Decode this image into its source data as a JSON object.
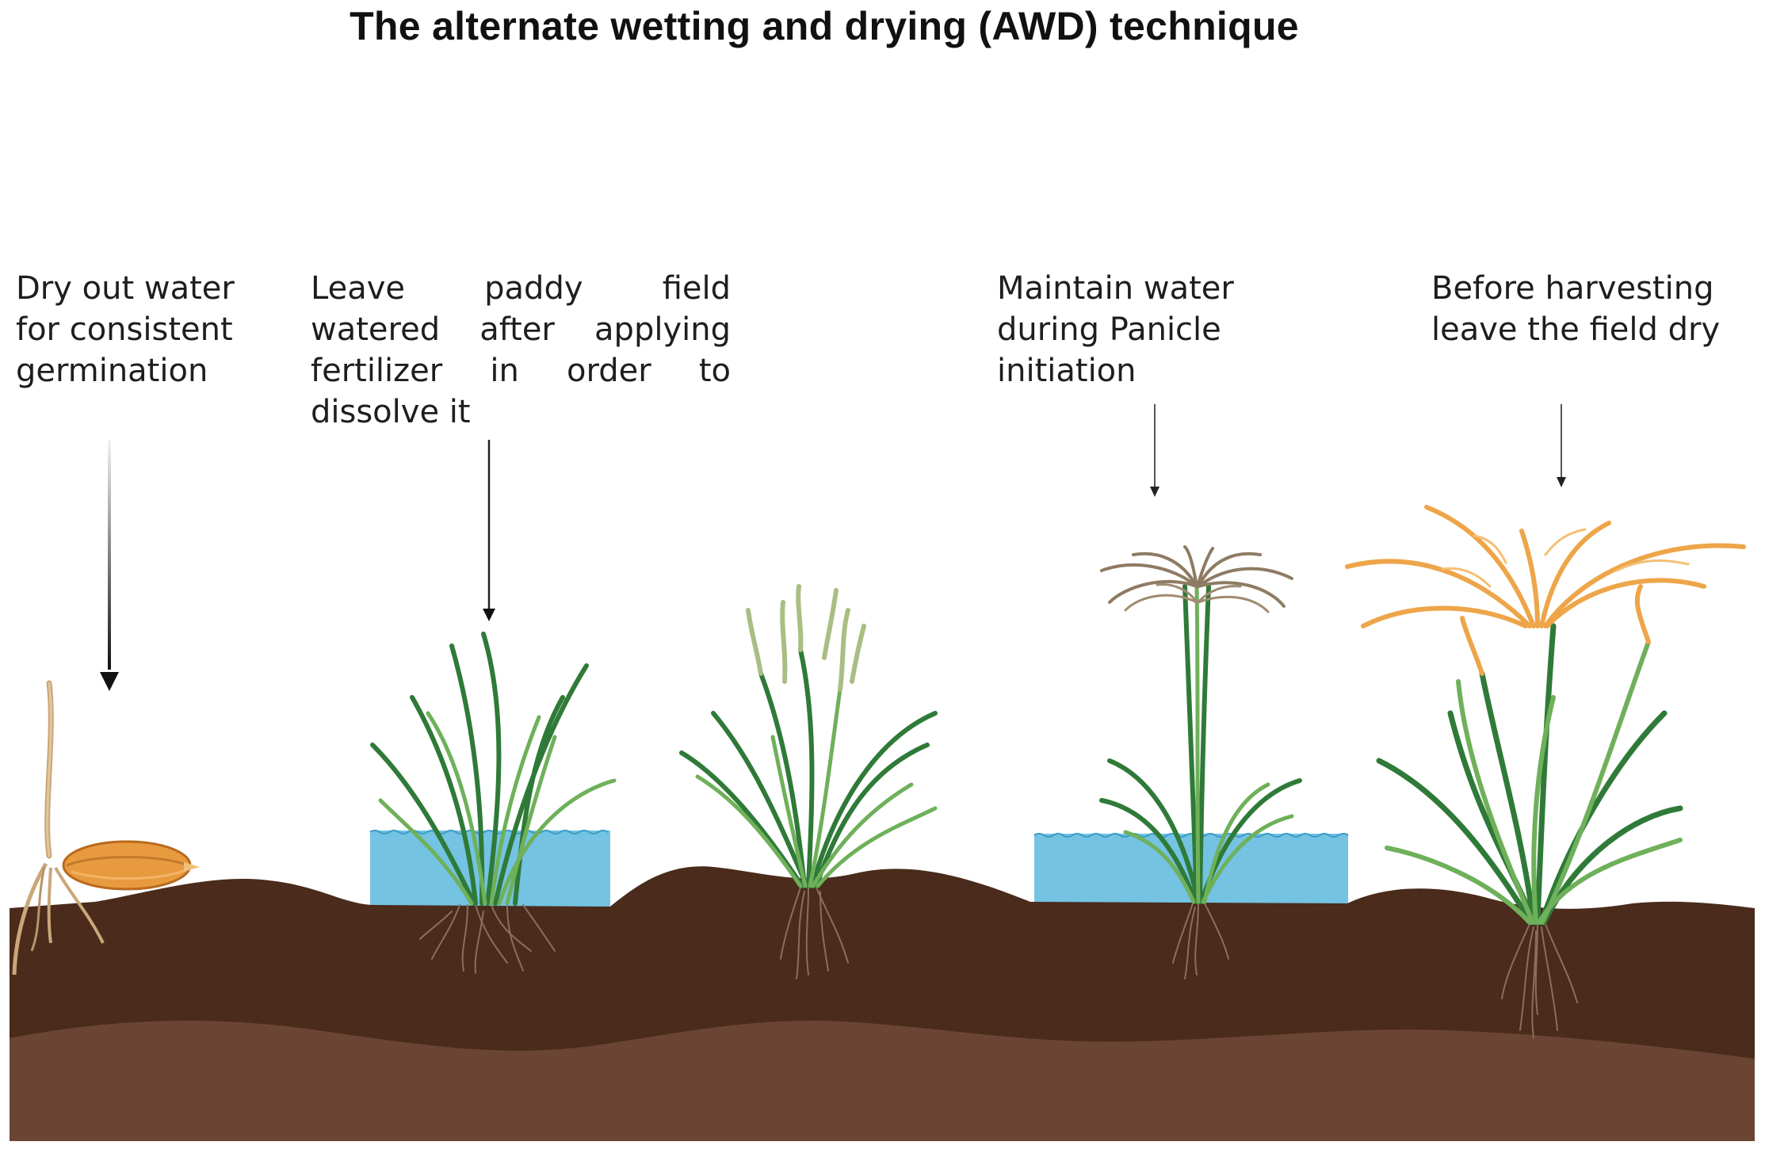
{
  "title": "The alternate wetting and drying (AWD) technique",
  "colors": {
    "soil_top": "#4a2b1c",
    "soil_bottom": "#6b4534",
    "water": "#74c3e2",
    "leaf_dark": "#2f7a38",
    "leaf_light": "#6fb05a",
    "grain_green": "#a9be83",
    "panicle_brown": "#8e7b63",
    "panicle_gold": "#eea549",
    "seed": "#e89a3f",
    "root": "#8a6f5a"
  },
  "stages": [
    {
      "id": "germination",
      "caption_lines": [
        "Dry out water",
        "for consistent",
        "germination"
      ],
      "icon": "rice-seed-icon"
    },
    {
      "id": "fertilizer",
      "caption_lines": [
        [
          "Leave",
          "paddy",
          "field"
        ],
        [
          "watered",
          "after",
          "applying"
        ],
        [
          "fertilizer",
          "in",
          "order",
          "to"
        ],
        [
          "dissolve it"
        ]
      ],
      "icon": "rice-seedling-icon"
    },
    {
      "id": "growth",
      "caption_lines": [],
      "icon": "rice-plant-icon"
    },
    {
      "id": "panicle",
      "caption_lines": [
        "Maintain water",
        "during Panicle",
        "initiation"
      ],
      "icon": "rice-panicle-plant-icon"
    },
    {
      "id": "harvest",
      "caption_lines": [
        "Before harvesting",
        "leave the field dry"
      ],
      "icon": "ripe-rice-plant-icon"
    }
  ]
}
